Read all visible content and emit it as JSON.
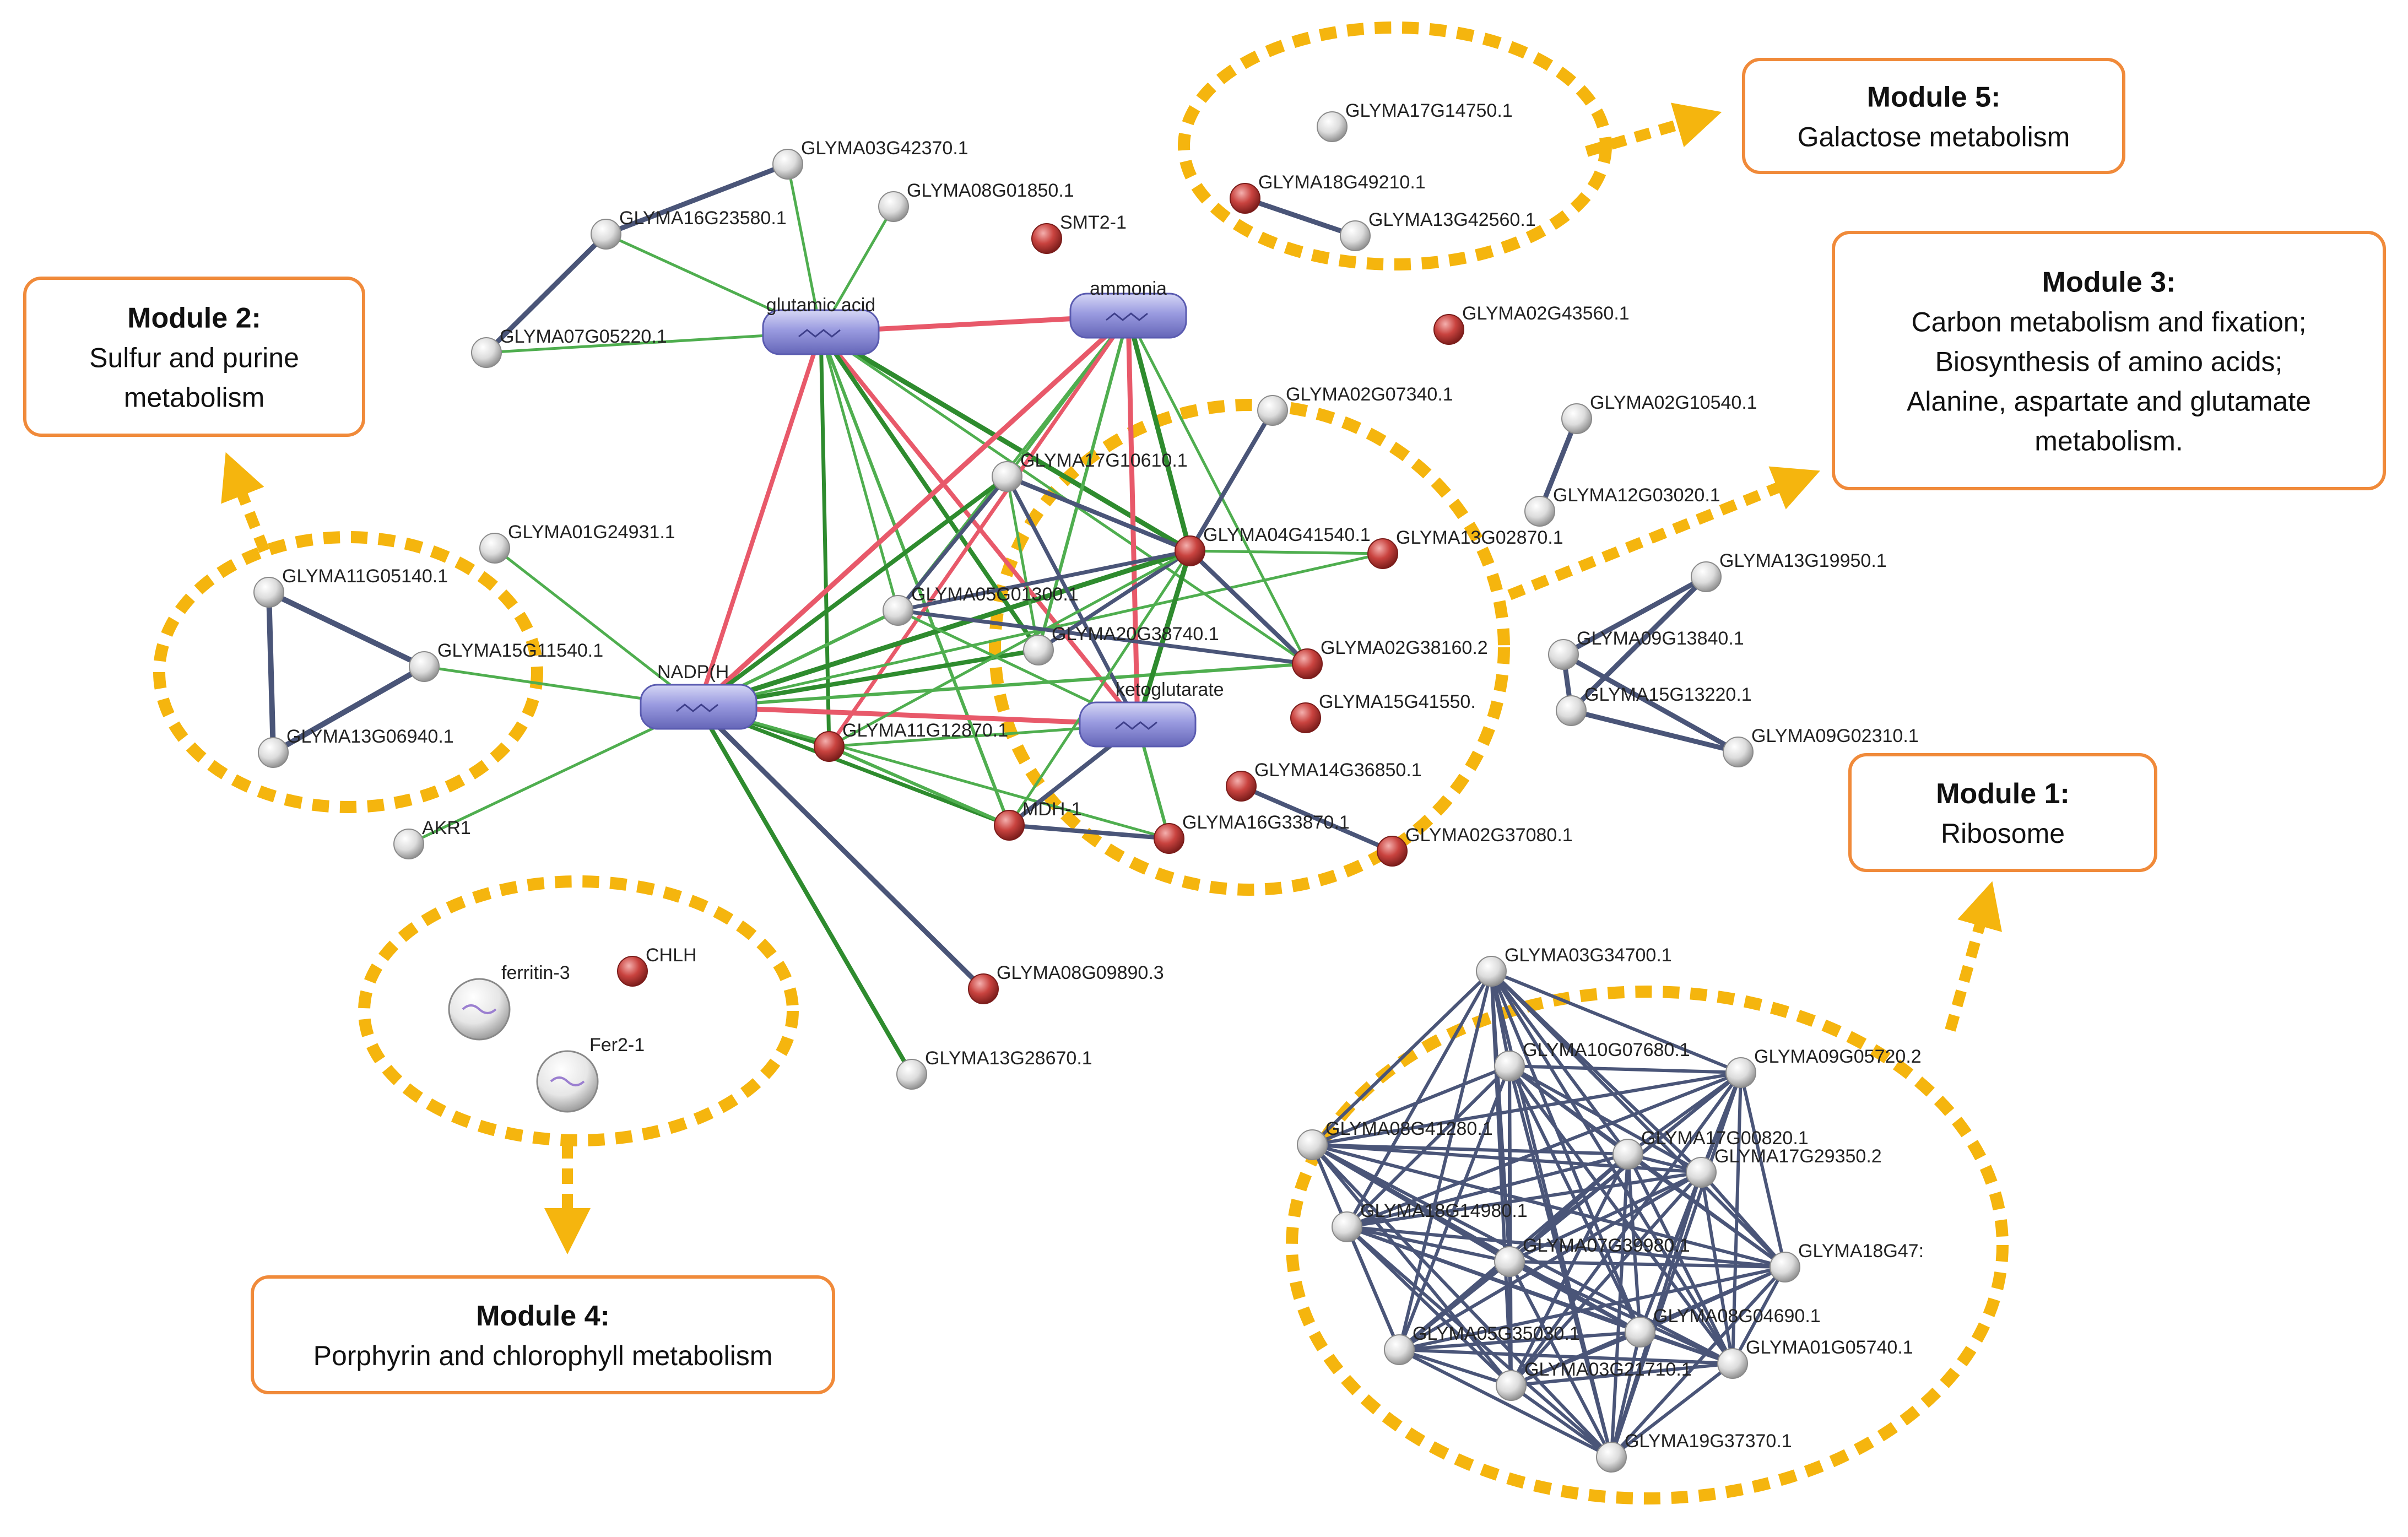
{
  "colors": {
    "node_gray": "#cfcfcf",
    "node_red": "#c0393b",
    "compound": "#8e8fd6",
    "edge_green": "#4fae4f",
    "edge_green_dark": "#2e8b2e",
    "edge_red": "#e8596a",
    "edge_navy": "#4a5578",
    "module_outline": "#f5b50e",
    "box_border": "#f08a3a"
  },
  "modules": [
    {
      "id": "m1",
      "title": "Module 1:",
      "lines": [
        "Ribosome"
      ]
    },
    {
      "id": "m2",
      "title": "Module 2:",
      "lines": [
        "Sulfur and purine",
        "metabolism"
      ]
    },
    {
      "id": "m3",
      "title": "Module 3:",
      "lines": [
        "Carbon metabolism and fixation;",
        "Biosynthesis of amino acids;",
        "Alanine, aspartate and glutamate",
        "metabolism."
      ]
    },
    {
      "id": "m4",
      "title": "Module 4:",
      "lines": [
        "Porphyrin and chlorophyll metabolism"
      ]
    },
    {
      "id": "m5",
      "title": "Module 5:",
      "lines": [
        "Galactose metabolism"
      ]
    }
  ],
  "nodes": [
    {
      "id": "n_glu",
      "label": "glutamic acid",
      "kind": "compound"
    },
    {
      "id": "n_amm",
      "label": "ammonia",
      "kind": "compound"
    },
    {
      "id": "n_nadp",
      "label": "NADP(H",
      "kind": "compound"
    },
    {
      "id": "n_keto",
      "label": "ketoglutarate",
      "kind": "compound"
    },
    {
      "id": "n_03g42370",
      "label": "GLYMA03G42370.1",
      "kind": "gray"
    },
    {
      "id": "n_16g23580",
      "label": "GLYMA16G23580.1",
      "kind": "gray"
    },
    {
      "id": "n_08g01850",
      "label": "GLYMA08G01850.1",
      "kind": "gray"
    },
    {
      "id": "n_smt2",
      "label": "SMT2-1",
      "kind": "red"
    },
    {
      "id": "n_07g05220",
      "label": "GLYMA07G05220.1",
      "kind": "gray"
    },
    {
      "id": "n_17g14750",
      "label": "GLYMA17G14750.1",
      "kind": "gray"
    },
    {
      "id": "n_18g49210",
      "label": "GLYMA18G49210.1",
      "kind": "red"
    },
    {
      "id": "n_13g42560",
      "label": "GLYMA13G42560.1",
      "kind": "gray"
    },
    {
      "id": "n_02g43560",
      "label": "GLYMA02G43560.1",
      "kind": "red"
    },
    {
      "id": "n_02g07340",
      "label": "GLYMA02G07340.1",
      "kind": "gray"
    },
    {
      "id": "n_17g10610",
      "label": "GLYMA17G10610.1",
      "kind": "gray"
    },
    {
      "id": "n_04g41540",
      "label": "GLYMA04G41540.1",
      "kind": "red"
    },
    {
      "id": "n_13g02870",
      "label": "GLYMA13G02870.1",
      "kind": "red"
    },
    {
      "id": "n_05g01300",
      "label": "GLYMA05G01300.1",
      "kind": "gray"
    },
    {
      "id": "n_20g38740",
      "label": "GLYMA20G38740.1",
      "kind": "gray"
    },
    {
      "id": "n_02g38160",
      "label": "GLYMA02G38160.2",
      "kind": "red"
    },
    {
      "id": "n_15g41550",
      "label": "GLYMA15G41550.",
      "kind": "red"
    },
    {
      "id": "n_11g12870",
      "label": "GLYMA11G12870.1",
      "kind": "red"
    },
    {
      "id": "n_14g36850",
      "label": "GLYMA14G36850.1",
      "kind": "red"
    },
    {
      "id": "n_mdh1",
      "label": "MDH-1",
      "kind": "red"
    },
    {
      "id": "n_16g33870",
      "label": "GLYMA16G33870.1",
      "kind": "red"
    },
    {
      "id": "n_02g37080",
      "label": "GLYMA02G37080.1",
      "kind": "red"
    },
    {
      "id": "n_01g24931",
      "label": "GLYMA01G24931.1",
      "kind": "gray"
    },
    {
      "id": "n_11g05140",
      "label": "GLYMA11G05140.1",
      "kind": "gray"
    },
    {
      "id": "n_15g11540",
      "label": "GLYMA15G11540.1",
      "kind": "gray"
    },
    {
      "id": "n_13g06940",
      "label": "GLYMA13G06940.1",
      "kind": "gray"
    },
    {
      "id": "n_akr1",
      "label": "AKR1",
      "kind": "gray"
    },
    {
      "id": "n_08g09890",
      "label": "GLYMA08G09890.3",
      "kind": "red"
    },
    {
      "id": "n_13g28670",
      "label": "GLYMA13G28670.1",
      "kind": "gray"
    },
    {
      "id": "n_ferritin3",
      "label": "ferritin-3",
      "kind": "large"
    },
    {
      "id": "n_fer21",
      "label": "Fer2-1",
      "kind": "large"
    },
    {
      "id": "n_chlh",
      "label": "CHLH",
      "kind": "red"
    },
    {
      "id": "n_02g10540",
      "label": "GLYMA02G10540.1",
      "kind": "gray"
    },
    {
      "id": "n_12g03020",
      "label": "GLYMA12G03020.1",
      "kind": "gray"
    },
    {
      "id": "n_13g19950",
      "label": "GLYMA13G19950.1",
      "kind": "gray"
    },
    {
      "id": "n_09g13840",
      "label": "GLYMA09G13840.1",
      "kind": "gray"
    },
    {
      "id": "n_15g13220",
      "label": "GLYMA15G13220.1",
      "kind": "gray"
    },
    {
      "id": "n_09g02310",
      "label": "GLYMA09G02310.1",
      "kind": "gray"
    },
    {
      "id": "n_03g34700",
      "label": "GLYMA03G34700.1",
      "kind": "gray"
    },
    {
      "id": "n_10g07680",
      "label": "GLYMA10G07680.1",
      "kind": "gray"
    },
    {
      "id": "n_09g05720",
      "label": "GLYMA09G05720.2",
      "kind": "gray"
    },
    {
      "id": "n_08g41280",
      "label": "GLYMA08G41280.1",
      "kind": "gray"
    },
    {
      "id": "n_17g00820",
      "label": "GLYMA17G00820.1",
      "kind": "gray"
    },
    {
      "id": "n_17g29350",
      "label": "GLYMA17G29350.2",
      "kind": "gray"
    },
    {
      "id": "n_18g14980",
      "label": "GLYMA18G14980.1",
      "kind": "gray"
    },
    {
      "id": "n_07g39980",
      "label": "GLYMA07G39980.1",
      "kind": "gray"
    },
    {
      "id": "n_18g47",
      "label": "GLYMA18G47:",
      "kind": "gray"
    },
    {
      "id": "n_05g35030",
      "label": "GLYMA05G35030.1",
      "kind": "gray"
    },
    {
      "id": "n_08g04690",
      "label": "GLYMA08G04690.1",
      "kind": "gray"
    },
    {
      "id": "n_03g21710",
      "label": "GLYMA03G21710.1",
      "kind": "gray"
    },
    {
      "id": "n_01g05740",
      "label": "GLYMA01G05740.1",
      "kind": "gray"
    },
    {
      "id": "n_19g37370",
      "label": "GLYMA19G37370.1",
      "kind": "gray"
    }
  ]
}
